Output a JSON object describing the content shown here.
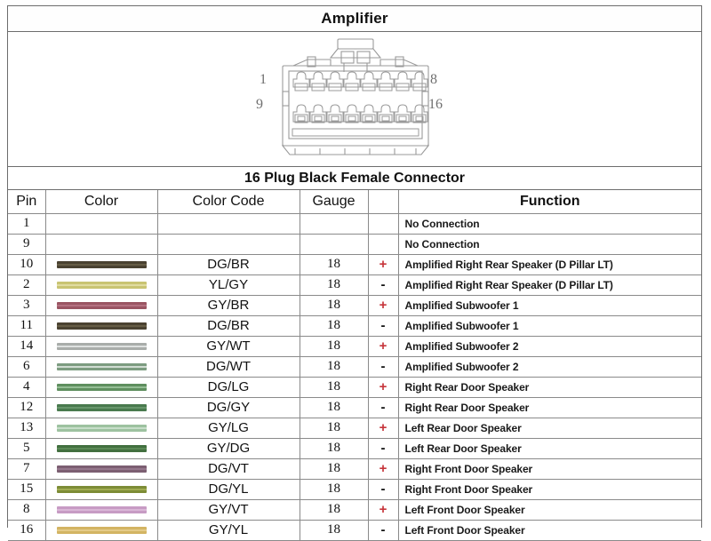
{
  "header": {
    "title": "Amplifier"
  },
  "connector": {
    "diagram_name": "16-pin-connector-diagram",
    "pin_labels": {
      "top_left": "1",
      "top_right": "8",
      "bottom_left": "9",
      "bottom_right": "16"
    },
    "top_row_count": 8,
    "bottom_row_count": 8
  },
  "table_title": "16 Plug Black Female Connector",
  "columns": [
    "Pin",
    "Color",
    "Color Code",
    "Gauge",
    "",
    "Function"
  ],
  "colors": {
    "plus": "#c6343a",
    "minus": "#111111",
    "border": "#8a8a8a",
    "frame": "#6d6d6d"
  },
  "rows": [
    {
      "pin": "1",
      "swatch": null,
      "code": "",
      "gauge": "",
      "polarity": "",
      "function": "No Connection"
    },
    {
      "pin": "9",
      "swatch": null,
      "code": "",
      "gauge": "",
      "polarity": "",
      "function": "No Connection"
    },
    {
      "pin": "10",
      "swatch": {
        "base": "#4a4231",
        "tracer": "#6b6149"
      },
      "code": "DG/BR",
      "gauge": "18",
      "polarity": "+",
      "function": "Amplified Right Rear Speaker (D Pillar LT)"
    },
    {
      "pin": "2",
      "swatch": {
        "base": "#c9c472",
        "tracer": "#e4e0a8"
      },
      "code": "YL/GY",
      "gauge": "18",
      "polarity": "-",
      "function": "Amplified Right Rear Speaker (D Pillar LT)"
    },
    {
      "pin": "3",
      "swatch": {
        "base": "#9a5563",
        "tracer": "#b87785"
      },
      "code": "GY/BR",
      "gauge": "18",
      "polarity": "+",
      "function": "Amplified Subwoofer 1"
    },
    {
      "pin": "11",
      "swatch": {
        "base": "#4a4231",
        "tracer": "#6b6149"
      },
      "code": "DG/BR",
      "gauge": "18",
      "polarity": "-",
      "function": "Amplified Subwoofer 1"
    },
    {
      "pin": "14",
      "swatch": {
        "base": "#a9adaa",
        "tracer": "#e8eaea"
      },
      "code": "GY/WT",
      "gauge": "18",
      "polarity": "+",
      "function": "Amplified Subwoofer 2"
    },
    {
      "pin": "6",
      "swatch": {
        "base": "#7c9c80",
        "tracer": "#dfe9e0"
      },
      "code": "DG/WT",
      "gauge": "18",
      "polarity": "-",
      "function": "Amplified Subwoofer 2"
    },
    {
      "pin": "4",
      "swatch": {
        "base": "#5f8f5f",
        "tracer": "#9fc79f"
      },
      "code": "DG/LG",
      "gauge": "18",
      "polarity": "+",
      "function": "Right Rear Door Speaker"
    },
    {
      "pin": "12",
      "swatch": {
        "base": "#497a4e",
        "tracer": "#6f9c73"
      },
      "code": "DG/GY",
      "gauge": "18",
      "polarity": "-",
      "function": "Right Rear Door Speaker"
    },
    {
      "pin": "13",
      "swatch": {
        "base": "#9dc2a0",
        "tracer": "#cfe3d0"
      },
      "code": "GY/LG",
      "gauge": "18",
      "polarity": "+",
      "function": "Left Rear Door Speaker"
    },
    {
      "pin": "5",
      "swatch": {
        "base": "#42703f",
        "tracer": "#5f8d5b"
      },
      "code": "GY/DG",
      "gauge": "18",
      "polarity": "-",
      "function": "Left Rear Door Speaker"
    },
    {
      "pin": "7",
      "swatch": {
        "base": "#7c5f72",
        "tracer": "#9a7b90"
      },
      "code": "DG/VT",
      "gauge": "18",
      "polarity": "+",
      "function": "Right Front  Door Speaker"
    },
    {
      "pin": "15",
      "swatch": {
        "base": "#7d8c36",
        "tracer": "#a6b257"
      },
      "code": "DG/YL",
      "gauge": "18",
      "polarity": "-",
      "function": "Right Front  Door Speaker"
    },
    {
      "pin": "8",
      "swatch": {
        "base": "#c79bc4",
        "tracer": "#ddbcdb"
      },
      "code": "GY/VT",
      "gauge": "18",
      "polarity": "+",
      "function": "Left Front  Door Speaker"
    },
    {
      "pin": "16",
      "swatch": {
        "base": "#d3b463",
        "tracer": "#e6cf8e"
      },
      "code": "GY/YL",
      "gauge": "18",
      "polarity": "-",
      "function": "Left Front  Door Speaker"
    }
  ]
}
